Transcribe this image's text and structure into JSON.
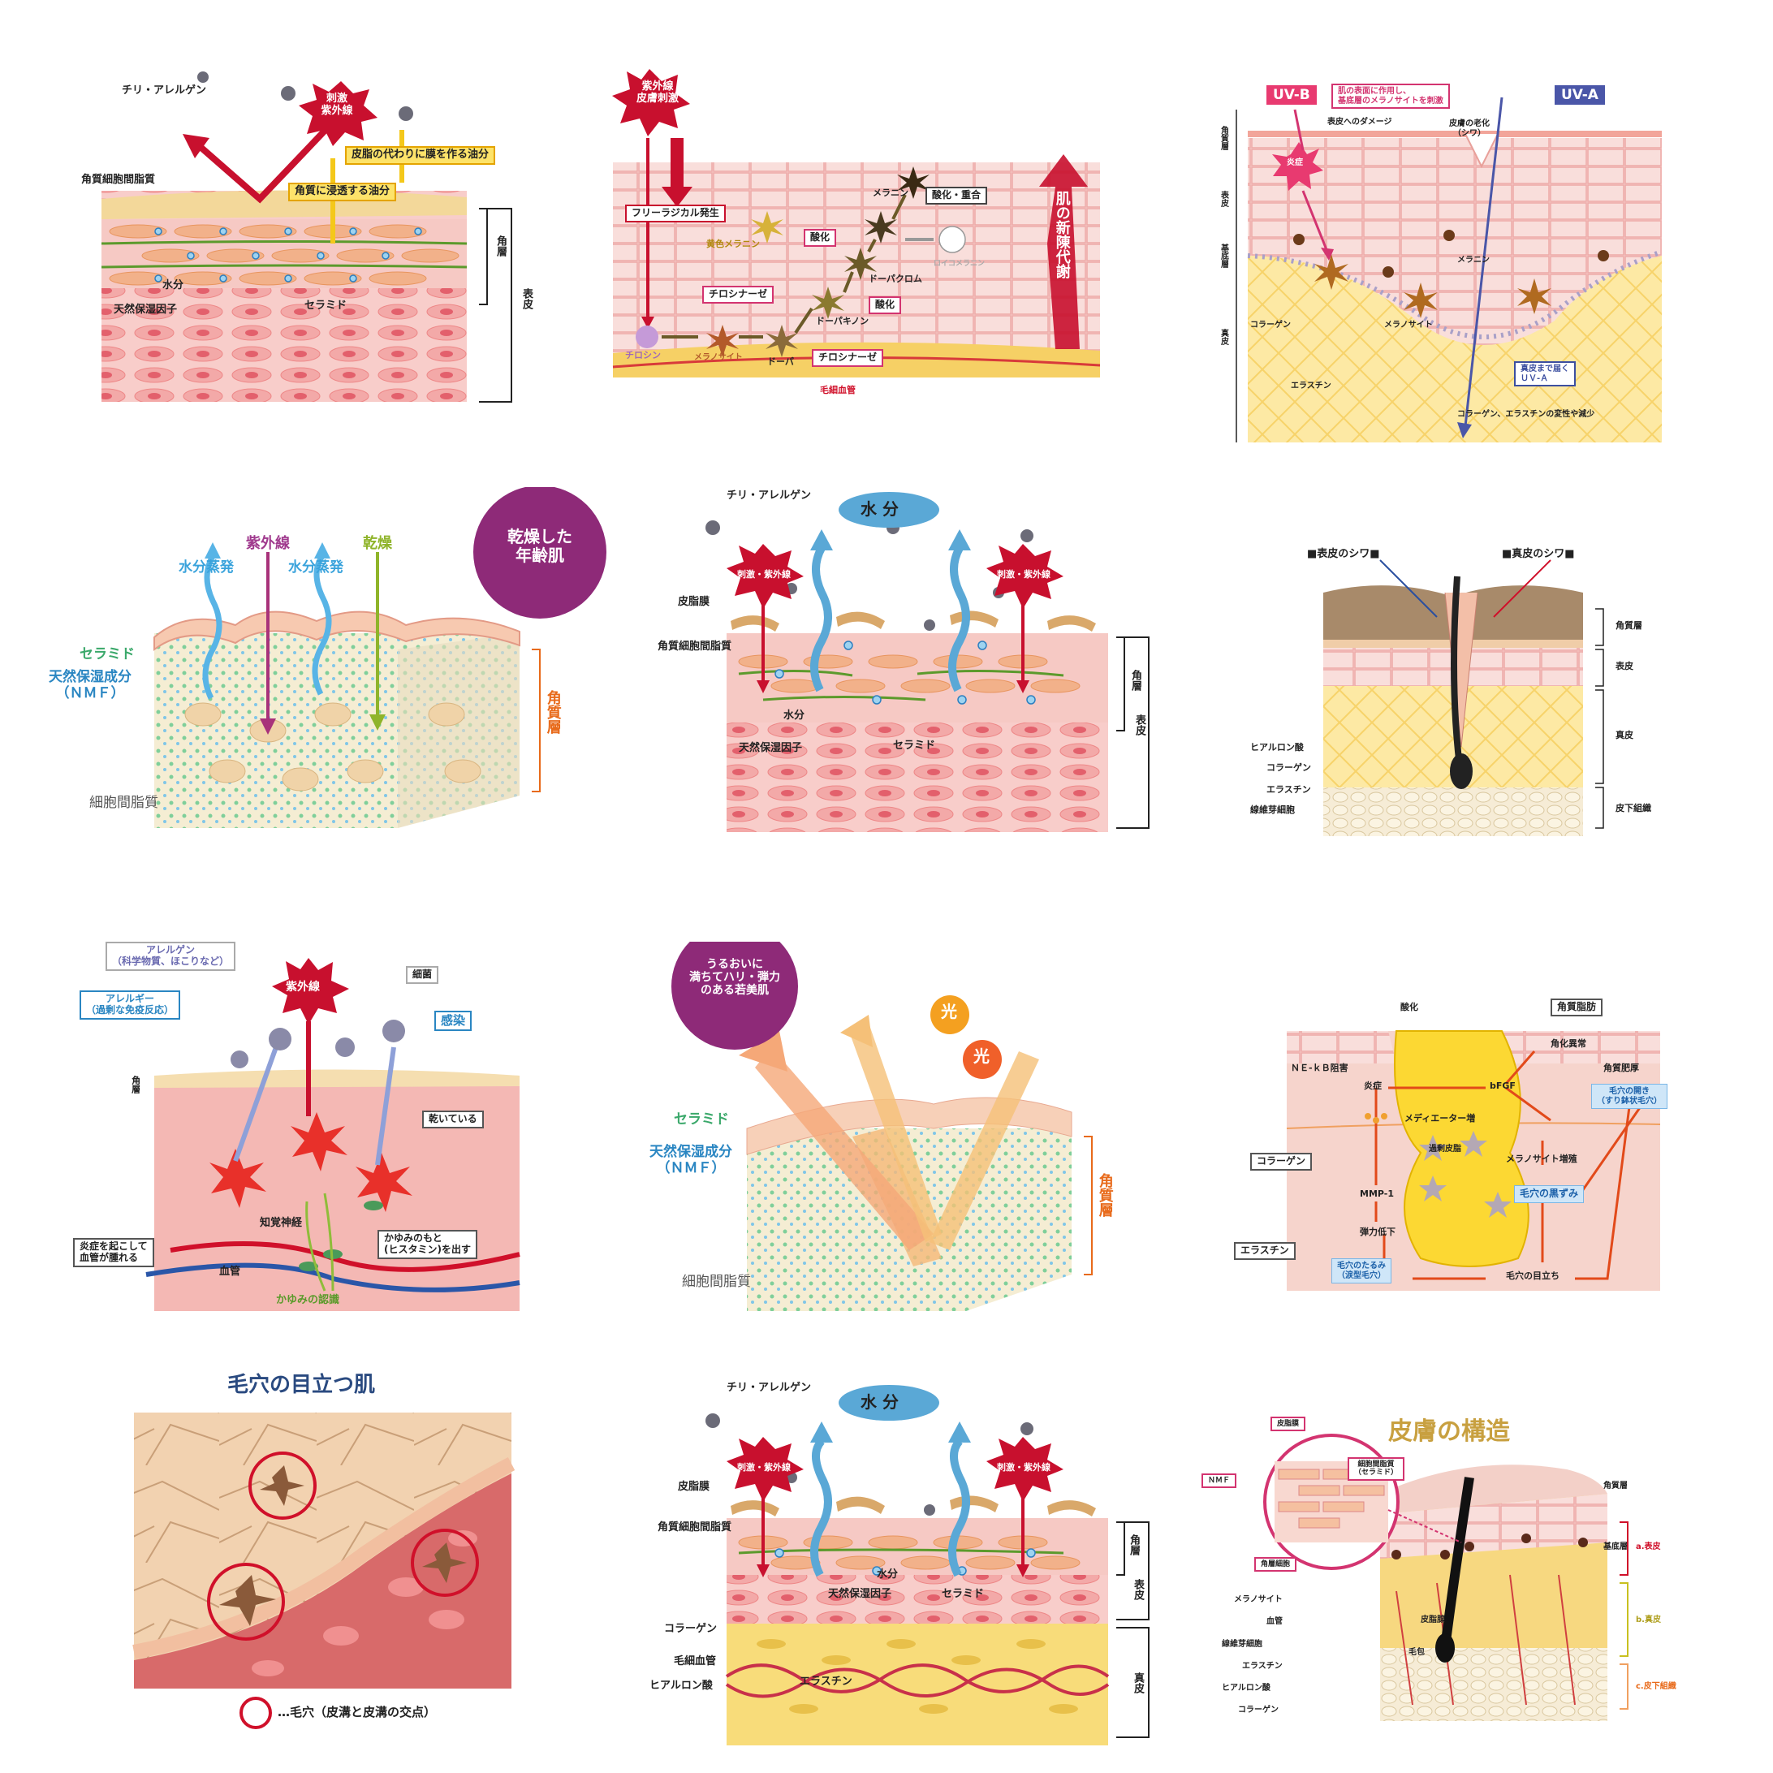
{
  "p1": {
    "dust": "チリ・アレルゲン",
    "burst": "刺激\n紫外線",
    "oil_film": "皮脂の代わりに膜を作る油分",
    "oil_pen": "角質に浸透する油分",
    "lipid": "角質細胞間脂質",
    "water": "水分",
    "nmf": "天然保湿因子",
    "ceramide": "セラミド",
    "stratum": "角層",
    "epidermis": "表皮"
  },
  "p2": {
    "burst": "紫外線\n皮膚刺激",
    "free_radical": "フリーラジカル発生",
    "yellow_melanin": "黄色メラニン",
    "oxidation1": "酸化",
    "melanin": "メラニン",
    "ox_poly": "酸化・重合",
    "leuco": "ロイコメラニン",
    "dopachrome": "ドーパクロム",
    "tyrosinase1": "チロシナーゼ",
    "oxidation2": "酸化",
    "dopaquinone": "ドーパキノン",
    "tyrosine": "チロシン",
    "melanocyte": "メラノサイト",
    "dopa": "ドーパ",
    "tyrosinase2": "チロシナーゼ",
    "capillary": "毛細血管",
    "turnover": "肌の新陳代謝"
  },
  "p3": {
    "uvb": "UV-B",
    "uvb_desc": "肌の表面に作用し、\n基底層のメラノサイトを刺激",
    "uva": "UV-A",
    "damage": "表皮へのダメージ",
    "aging": "皮膚の老化\n（シワ）",
    "inflammation": "炎症",
    "stratum": "角質層",
    "epidermis": "表皮",
    "basal": "基底層",
    "dermis": "真皮",
    "melanin": "メラニン",
    "collagen": "コラーゲン",
    "melanocyte": "メラノサイト",
    "uva_desc": "真皮まで届く\nＵＶ-Ａ",
    "elastin": "エラスチン",
    "result": "コラーゲン、エラスチンの変性や減少"
  },
  "p4": {
    "badge": "乾燥した\n年齢肌",
    "uv": "紫外線",
    "dry": "乾燥",
    "evap1": "水分蒸発",
    "evap2": "水分蒸発",
    "ceramide": "セラミド",
    "nmf": "天然保湿成分\n（ＮＭＦ）",
    "stratum": "角質層",
    "intercell": "細胞間脂質"
  },
  "p5": {
    "dust": "チリ・アレルゲン",
    "water_top": "水 分",
    "burst1": "刺激・紫外線",
    "burst2": "刺激・紫外線",
    "sebum": "皮脂膜",
    "lipid": "角質細胞間脂質",
    "water": "水分",
    "nmf": "天然保湿因子",
    "ceramide": "セラミド",
    "stratum": "角層",
    "epidermis": "表皮"
  },
  "p6": {
    "epi_wrinkle": "■表皮のシワ■",
    "derm_wrinkle": "■真皮のシワ■",
    "hyaluronic": "ヒアルロン酸",
    "collagen": "コラーゲン",
    "elastin": "エラスチン",
    "fibroblast": "線維芽細胞",
    "stratum": "角質層",
    "epidermis": "表皮",
    "dermis": "真皮",
    "subcut": "皮下組織"
  },
  "p7": {
    "allergen": "アレルゲン\n（科学物質、ほこりなど）",
    "allergy": "アレルギー\n（過剰な免疫反応）",
    "uv": "紫外線",
    "bacteria": "細菌",
    "infection": "感染",
    "stratum": "角層",
    "dry": "乾いている",
    "nerve": "知覚神経",
    "inflam": "炎症を起こして\n血管が腫れる",
    "vessel": "血管",
    "histamine": "かゆみのもと\n(ヒスタミン)を出す",
    "itch": "かゆみの認識"
  },
  "p8": {
    "badge": "うるおいに\n満ちてハリ・弾力\nのある若美肌",
    "light1": "光",
    "light2": "光",
    "ceramide": "セラミド",
    "nmf": "天然保湿成分\n（ＮＭＦ）",
    "stratum": "角質層",
    "intercell": "細胞間脂質"
  },
  "p9": {
    "oxidation": "酸化",
    "sebum": "角質脂肪",
    "nfkb": "ＮＥ-ｋＢ阻害",
    "keratin": "角化異常",
    "thick": "角質肥厚",
    "inflam": "炎症",
    "mediator": "メディエーター増",
    "bfgf": "bFGF",
    "open": "毛穴の開き\n（すり鉢状毛穴）",
    "excess": "過剰皮脂",
    "collagen": "コラーゲン",
    "mmp": "MMP-1",
    "melano": "メラノサイト増殖",
    "dark": "毛穴の黒ずみ",
    "elastic": "弾力低下",
    "elastin": "エラスチン",
    "sag": "毛穴のたるみ\n（涙型毛穴）",
    "visible": "毛穴の目立ち"
  },
  "p10": {
    "title": "毛穴の目立つ肌",
    "legend": "…毛穴（皮溝と皮溝の交点）"
  },
  "p11": {
    "dust": "チリ・アレルゲン",
    "water_top": "水 分",
    "burst1": "刺激・紫外線",
    "burst2": "刺激・紫外線",
    "sebum": "皮脂膜",
    "lipid": "角質細胞間脂質",
    "water": "水分",
    "nmf": "天然保湿因子",
    "ceramide": "セラミド",
    "collagen": "コラーゲン",
    "capillary": "毛細血管",
    "hyaluronic": "ヒアルロン酸",
    "elastin": "エラスチン",
    "stratum": "角層",
    "epidermis": "表皮",
    "dermis": "真皮"
  },
  "p12": {
    "title": "皮膚の構造",
    "sebum_film": "皮脂膜",
    "nmf": "ＮＭＦ",
    "lipid": "細胞間脂質\n（セラミド）",
    "keratinocyte": "角層細胞",
    "stratum": "角質層",
    "basal": "基底層",
    "a": "a.表皮",
    "b": "b.真皮",
    "c": "c.皮下組織",
    "melanocyte": "メラノサイト",
    "vessel": "血管",
    "fibroblast": "線維芽細胞",
    "elastin": "エラスチン",
    "hyaluronic": "ヒアルロン酸",
    "collagen": "コラーゲン",
    "sebaceous": "皮脂腺",
    "follicle": "毛包"
  }
}
